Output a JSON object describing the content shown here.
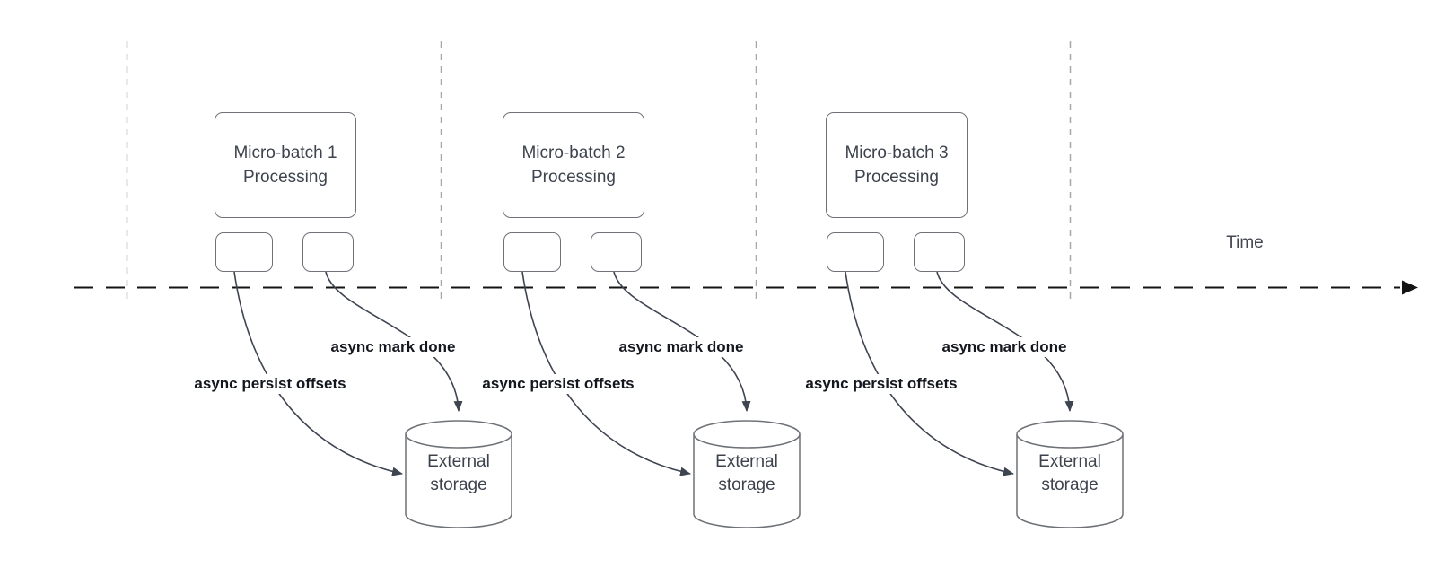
{
  "diagram": {
    "time_label": "Time"
  },
  "batches": [
    {
      "title": "Micro-batch 1",
      "subtitle": "Processing",
      "persist_arrow_label": "async persist offsets",
      "mark_done_arrow_label": "async mark done",
      "storage_label": "External storage"
    },
    {
      "title": "Micro-batch 2",
      "subtitle": "Processing",
      "persist_arrow_label": "async persist offsets",
      "mark_done_arrow_label": "async mark done",
      "storage_label": "External storage"
    },
    {
      "title": "Micro-batch 3",
      "subtitle": "Processing",
      "persist_arrow_label": "async persist offsets",
      "mark_done_arrow_label": "async mark done",
      "storage_label": "External storage"
    }
  ]
}
